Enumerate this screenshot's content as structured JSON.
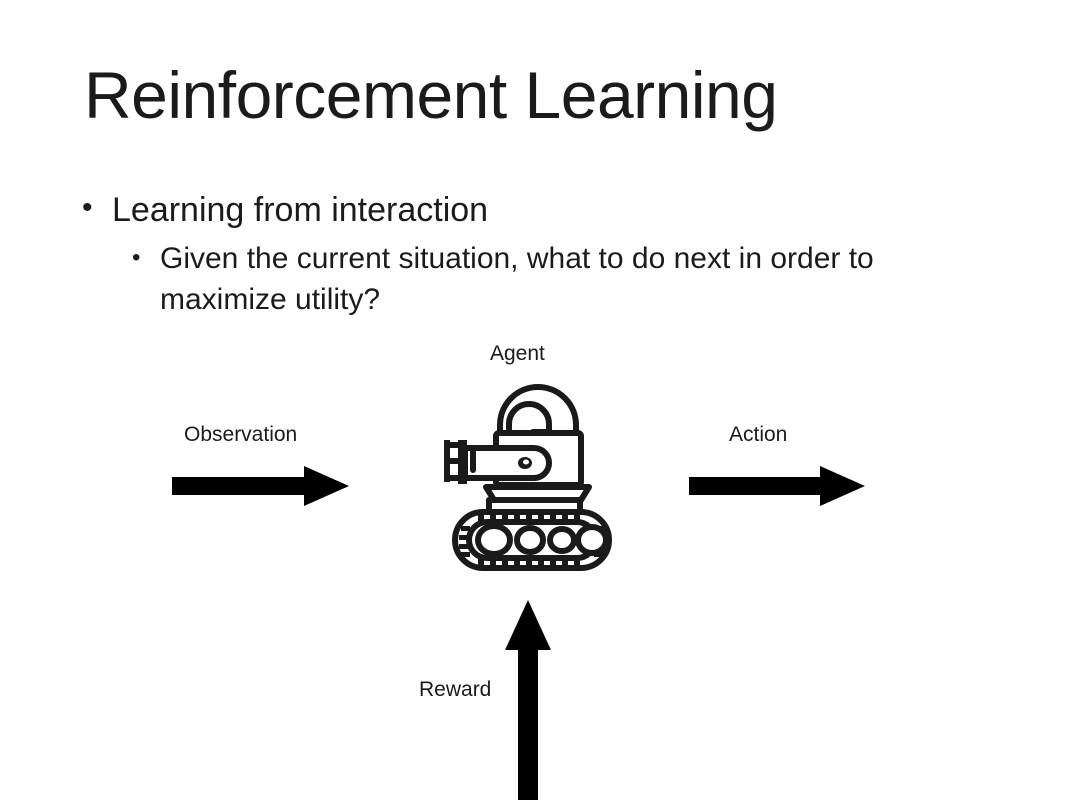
{
  "slide": {
    "title": "Reinforcement Learning",
    "background_color": "#ffffff",
    "text_color": "#1b1b1b"
  },
  "bullets": [
    {
      "level": 1,
      "marker": "•",
      "text": "Learning from interaction"
    },
    {
      "level": 2,
      "marker": "•",
      "text": "Given the current situation, what to do next in order to maximize utility?"
    }
  ],
  "diagram": {
    "labels": {
      "agent": "Agent",
      "observation": "Observation",
      "action": "Action",
      "reward": "Reward"
    },
    "arrows": [
      {
        "name": "observation-arrow",
        "direction": "right"
      },
      {
        "name": "action-arrow",
        "direction": "right"
      },
      {
        "name": "reward-arrow",
        "direction": "up"
      }
    ],
    "agent_icon": "robot-tank-icon",
    "stroke_color": "#1a1a1a"
  }
}
